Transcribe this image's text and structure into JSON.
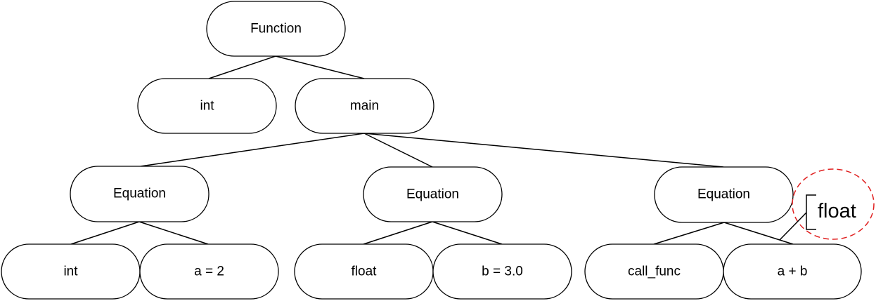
{
  "diagram": {
    "nodes": {
      "function": "Function",
      "int_type": "int",
      "main": "main",
      "equation_1": "Equation",
      "equation_2": "Equation",
      "equation_3": "Equation",
      "int_1": "int",
      "assign_a": "a = 2",
      "float_1": "float",
      "assign_b": "b = 3.0",
      "call_func": "call_func",
      "a_plus_b": "a + b"
    },
    "annotation": {
      "label": "float",
      "ellipse_color": "#e02020"
    }
  }
}
